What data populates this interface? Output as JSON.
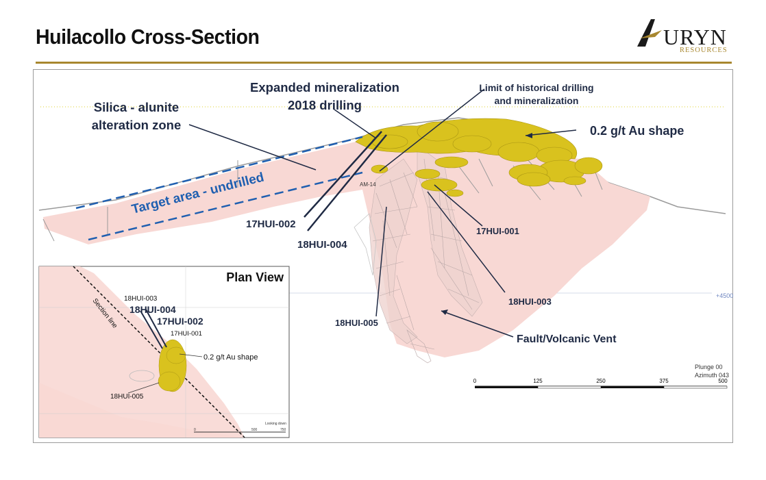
{
  "header": {
    "title": "Huilacollo Cross-Section",
    "logo_name": "URYN",
    "logo_sub": "RESOURCES",
    "accent_color": "#a8872f"
  },
  "section": {
    "labels": {
      "expanded": [
        "Expanded mineralization",
        "2018 drilling"
      ],
      "limit": [
        "Limit of historical drilling",
        "and mineralization"
      ],
      "silica": [
        "Silica - alunite",
        "alteration zone"
      ],
      "au_shape": "0.2 g/t Au shape",
      "target": "Target area - undrilled",
      "hole_am14": "AM-14",
      "hole_17hui002": "17HUI-002",
      "hole_18hui004": "18HUI-004",
      "hole_17hui001": "17HUI-001",
      "hole_18hui003": "18HUI-003",
      "hole_18hui005": "18HUI-005",
      "fault": "Fault/Volcanic Vent",
      "elevation": "+4500",
      "plunge": "Plunge 00",
      "azimuth": "Azimuth 043"
    },
    "scale_ticks": [
      "0",
      "125",
      "250",
      "375",
      "500"
    ],
    "colors": {
      "alteration": "#f8d8d4",
      "gold": "#d9c21e",
      "target_line": "#1f5fb0",
      "label_text": "#1f2a44"
    }
  },
  "plan_view": {
    "title": "Plan View",
    "hole_18hui003": "18HUI-003",
    "hole_18hui004": "18HUI-004",
    "hole_17hui002": "17HUI-002",
    "hole_17hui001": "17HUI-001",
    "au_shape": "0.2 g/t Au shape",
    "hole_18hui005": "18HUI-005",
    "section_line": "Section line",
    "looking": "Looking down",
    "scale_ticks": [
      "0",
      "",
      "500",
      "750"
    ]
  }
}
